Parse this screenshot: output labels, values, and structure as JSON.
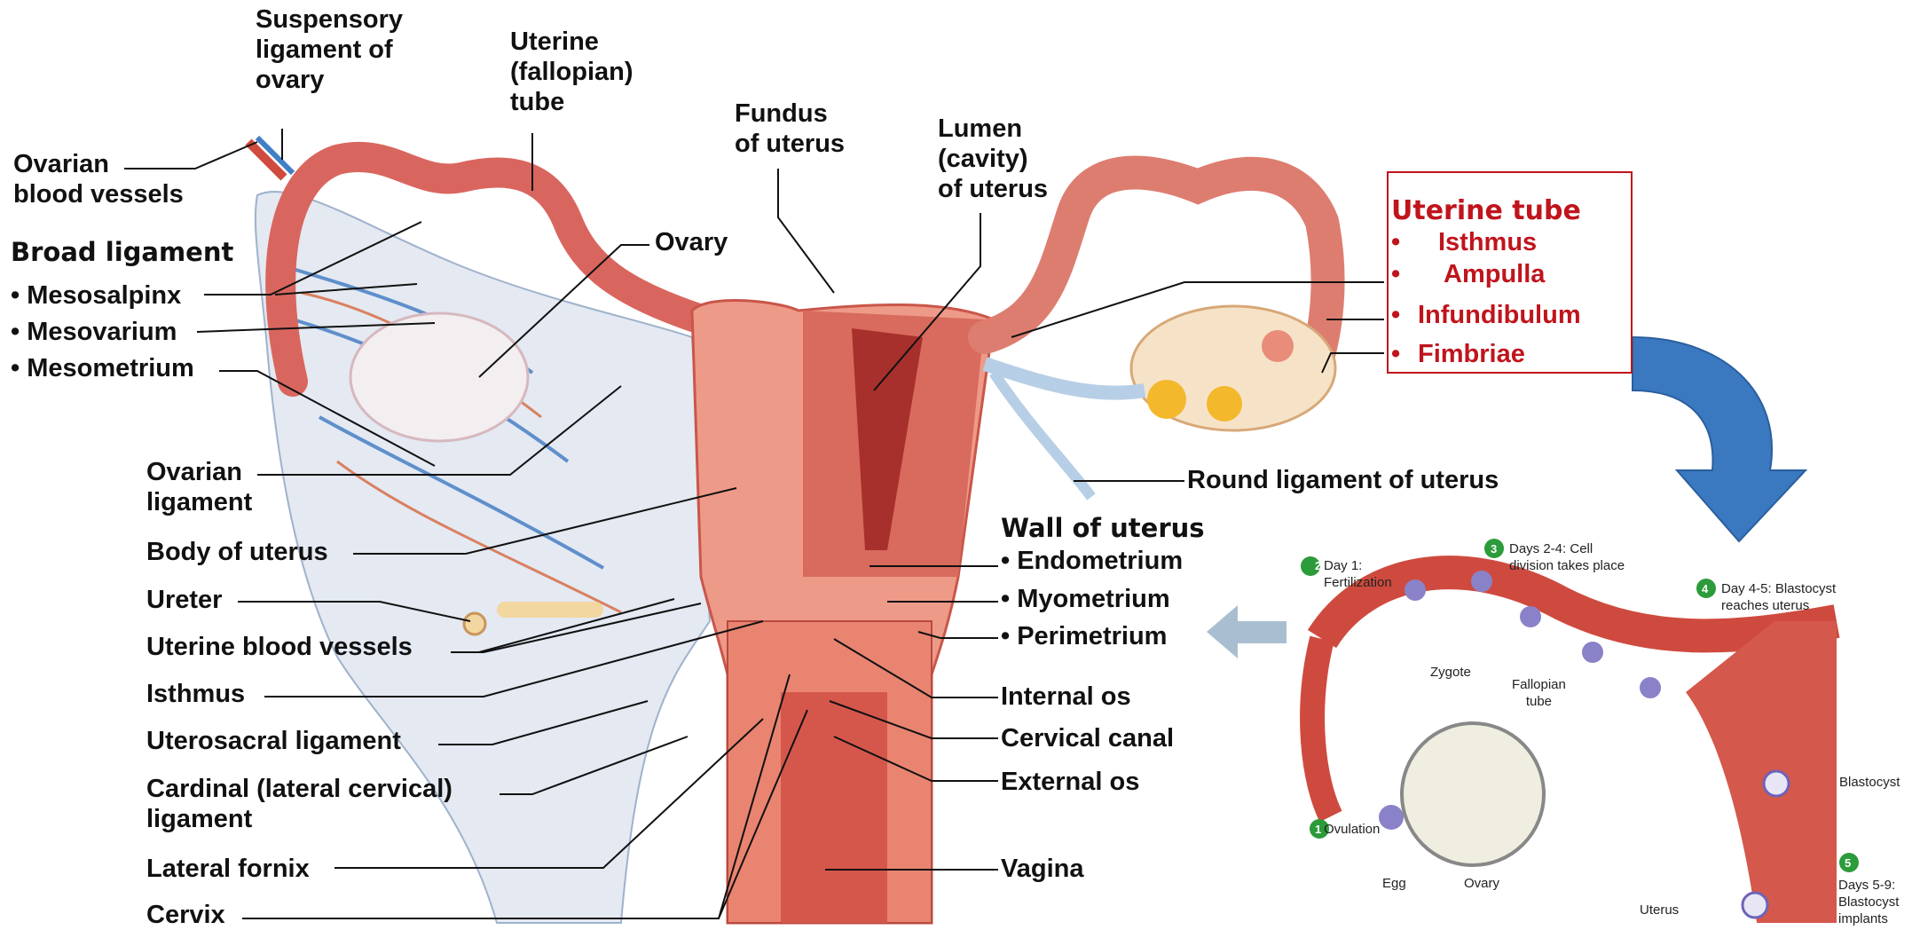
{
  "labels": {
    "suspensory": "Suspensory\nligament of\novary",
    "uterine_tube": "Uterine\n(fallopian)\ntube",
    "fundus": "Fundus\nof uterus",
    "lumen": "Lumen\n(cavity)\nof uterus",
    "ovarian_vessels": "Ovarian\nblood vessels",
    "broad_ligament": "Broad ligament",
    "mesosalpinx": "• Mesosalpinx",
    "mesovarium": "• Mesovarium",
    "mesometrium": "• Mesometrium",
    "ovary": "Ovary",
    "ovarian_ligament": "Ovarian\nligament",
    "body_of_uterus": "Body of uterus",
    "ureter": "Ureter",
    "uterine_vessels": "Uterine blood vessels",
    "isthmus": "Isthmus",
    "uterosacral": "Uterosacral ligament",
    "cardinal": "Cardinal (lateral cervical)\nligament",
    "lateral_fornix": "Lateral fornix",
    "cervix": "Cervix",
    "round_ligament": "Round ligament of uterus",
    "wall_of_uterus": "Wall of uterus",
    "endometrium": "• Endometrium",
    "myometrium": "• Myometrium",
    "perimetrium": "• Perimetrium",
    "internal_os": "Internal os",
    "cervical_canal": "Cervical canal",
    "external_os": "External os",
    "vagina": "Vagina"
  },
  "uterine_tube_box": {
    "title": "Uterine tube",
    "items": [
      "Isthmus",
      "Ampulla",
      "Infundibulum",
      "Fimbriae"
    ],
    "bullet": "•",
    "color": "#c0141c"
  },
  "inset": {
    "step1": "1",
    "ovulation": "Ovulation",
    "step2": "2",
    "day1": "Day 1:\nFertilization",
    "step3": "3",
    "day24": "Days 2-4: Cell\ndivision takes place",
    "step4": "4",
    "day45": "Day 4-5: Blastocyst\nreaches uterus",
    "step5": "5",
    "day59": "Days 5-9:\nBlastocyst\nimplants",
    "zygote": "Zygote",
    "fallopian": "Fallopian\ntube",
    "egg": "Egg",
    "ovary": "Ovary",
    "uterus": "Uterus",
    "blastocyst": "Blastocyst"
  },
  "colors": {
    "tissue": "#e8897a",
    "tissue_dark": "#c9564a",
    "ligament": "#dce3ee",
    "vessel_blue": "#3f7fc4",
    "arrow_blue": "#3a78c0",
    "step_green": "#2c9b3a"
  }
}
